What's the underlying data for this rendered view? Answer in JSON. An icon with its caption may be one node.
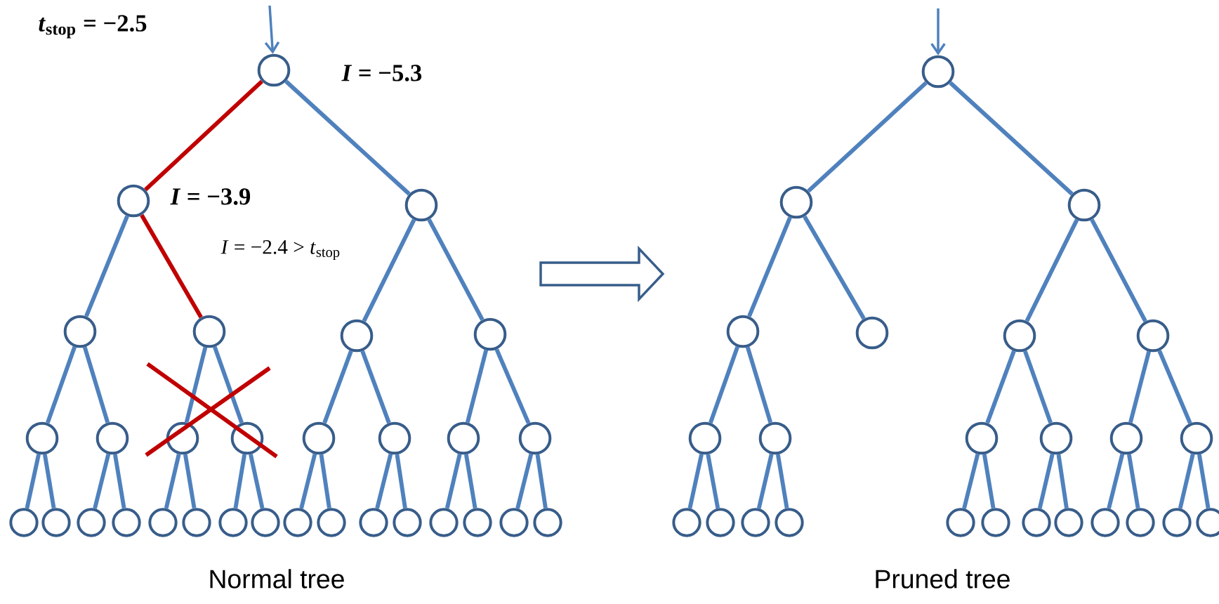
{
  "diagram": {
    "nodes": [
      {
        "text": [],
        "shape": "circle",
        "beside": [
          "*I* = −5.3"
        ]
      },
      {
        "text": [],
        "shape": "circle",
        "beside": [
          "*I* = −3.9"
        ]
      },
      {
        "text": [],
        "shape": "circle"
      },
      {
        "text": [],
        "shape": "circle"
      },
      {
        "text": [],
        "shape": "circle"
      },
      {
        "text": [],
        "shape": "circle"
      },
      {
        "text": [],
        "shape": "circle"
      },
      {
        "text": [],
        "shape": "circle"
      },
      {
        "text": [],
        "shape": "circle"
      },
      {
        "text": [],
        "shape": "circle"
      },
      {
        "text": [],
        "shape": "circle"
      },
      {
        "text": [],
        "shape": "circle"
      },
      {
        "text": [],
        "shape": "circle"
      },
      {
        "text": [],
        "shape": "circle"
      },
      {
        "text": [],
        "shape": "circle"
      },
      {
        "text": [],
        "shape": "circle"
      },
      {
        "text": [],
        "shape": "circle"
      },
      {
        "text": [],
        "shape": "circle"
      },
      {
        "text": [],
        "shape": "circle"
      },
      {
        "text": [],
        "shape": "circle"
      },
      {
        "text": [],
        "shape": "circle"
      },
      {
        "text": [],
        "shape": "circle"
      },
      {
        "text": [],
        "shape": "circle"
      },
      {
        "text": [],
        "shape": "circle"
      },
      {
        "text": [],
        "shape": "circle"
      },
      {
        "text": [],
        "shape": "circle"
      },
      {
        "text": [],
        "shape": "circle"
      },
      {
        "text": [],
        "shape": "circle"
      },
      {
        "text": [],
        "shape": "circle"
      },
      {
        "text": [],
        "shape": "circle"
      },
      {
        "text": [],
        "shape": "circle"
      },
      {
        "text": [],
        "shape": "circle"
      },
      {
        "text": [],
        "shape": "circle"
      },
      {
        "text": [],
        "shape": "circle"
      },
      {
        "text": [],
        "shape": "circle"
      },
      {
        "text": [],
        "shape": "circle"
      },
      {
        "text": [],
        "shape": "circle"
      },
      {
        "text": [],
        "shape": "circle"
      },
      {
        "text": [],
        "shape": "circle"
      },
      {
        "text": [],
        "shape": "circle"
      },
      {
        "text": [],
        "shape": "circle"
      },
      {
        "text": [],
        "shape": "circle"
      },
      {
        "text": [],
        "shape": "circle"
      },
      {
        "text": [],
        "shape": "circle"
      },
      {
        "text": [],
        "shape": "circle"
      },
      {
        "text": [],
        "shape": "circle"
      },
      {
        "text": [],
        "shape": "circle"
      },
      {
        "text": [],
        "shape": "circle"
      },
      {
        "text": [],
        "shape": "circle"
      },
      {
        "text": [],
        "shape": "circle"
      },
      {
        "text": [],
        "shape": "circle"
      },
      {
        "text": [],
        "shape": "circle"
      },
      {
        "text": [],
        "shape": "circle"
      },
      {
        "text": [],
        "shape": "circle"
      },
      {
        "text": [],
        "shape": "circle"
      },
      {
        "text": [],
        "shape": "circle"
      }
    ],
    "edges": [
      {
        "from": null,
        "to": 0,
        "arrow": "to"
      },
      {
        "from": 0,
        "to": 1,
        "arrow": "none",
        "color": "#c00000"
      },
      {
        "from": 0,
        "to": 2,
        "arrow": "none"
      },
      {
        "from": 1,
        "to": 3,
        "arrow": "none"
      },
      {
        "from": 1,
        "to": 4,
        "arrow": "none",
        "color": "#c00000",
        "label": "*I* = −2.4 > *t*$_{stop}$"
      },
      {
        "from": 2,
        "to": 5,
        "arrow": "none"
      },
      {
        "from": 2,
        "to": 6,
        "arrow": "none"
      },
      {
        "from": 3,
        "to": 7,
        "arrow": "none"
      },
      {
        "from": 3,
        "to": 8,
        "arrow": "none"
      },
      {
        "from": 4,
        "to": 9,
        "arrow": "none"
      },
      {
        "from": 4,
        "to": 10,
        "arrow": "none"
      },
      {
        "from": 5,
        "to": 11,
        "arrow": "none"
      },
      {
        "from": 5,
        "to": 12,
        "arrow": "none"
      },
      {
        "from": 6,
        "to": 13,
        "arrow": "none"
      },
      {
        "from": 6,
        "to": 14,
        "arrow": "none"
      },
      {
        "from": 7,
        "to": 15,
        "arrow": "none"
      },
      {
        "from": 7,
        "to": 16,
        "arrow": "none"
      },
      {
        "from": 8,
        "to": 17,
        "arrow": "none"
      },
      {
        "from": 8,
        "to": 18,
        "arrow": "none"
      },
      {
        "from": 9,
        "to": 19,
        "arrow": "none"
      },
      {
        "from": 9,
        "to": 20,
        "arrow": "none"
      },
      {
        "from": 10,
        "to": 21,
        "arrow": "none"
      },
      {
        "from": 10,
        "to": 22,
        "arrow": "none"
      },
      {
        "from": 11,
        "to": 23,
        "arrow": "none"
      },
      {
        "from": 11,
        "to": 24,
        "arrow": "none"
      },
      {
        "from": 12,
        "to": 25,
        "arrow": "none"
      },
      {
        "from": 12,
        "to": 26,
        "arrow": "none"
      },
      {
        "from": 13,
        "to": 27,
        "arrow": "none"
      },
      {
        "from": 13,
        "to": 28,
        "arrow": "none"
      },
      {
        "from": 14,
        "to": 29,
        "arrow": "none"
      },
      {
        "from": 14,
        "to": 30,
        "arrow": "none"
      },
      {
        "from": null,
        "to": 31,
        "arrow": "to"
      },
      {
        "from": 31,
        "to": 32,
        "arrow": "none"
      },
      {
        "from": 31,
        "to": 33,
        "arrow": "none"
      },
      {
        "from": 32,
        "to": 34,
        "arrow": "none"
      },
      {
        "from": 32,
        "to": 35,
        "arrow": "none"
      },
      {
        "from": 33,
        "to": 36,
        "arrow": "none"
      },
      {
        "from": 33,
        "to": 37,
        "arrow": "none"
      },
      {
        "from": 34,
        "to": 38,
        "arrow": "none"
      },
      {
        "from": 34,
        "to": 39,
        "arrow": "none"
      },
      {
        "from": 36,
        "to": 40,
        "arrow": "none"
      },
      {
        "from": 36,
        "to": 41,
        "arrow": "none"
      },
      {
        "from": 37,
        "to": 42,
        "arrow": "none"
      },
      {
        "from": 37,
        "to": 43,
        "arrow": "none"
      },
      {
        "from": 38,
        "to": 44,
        "arrow": "none"
      },
      {
        "from": 38,
        "to": 45,
        "arrow": "none"
      },
      {
        "from": 39,
        "to": 46,
        "arrow": "none"
      },
      {
        "from": 39,
        "to": 47,
        "arrow": "none"
      },
      {
        "from": 40,
        "to": 48,
        "arrow": "none"
      },
      {
        "from": 40,
        "to": 49,
        "arrow": "none"
      },
      {
        "from": 41,
        "to": 50,
        "arrow": "none"
      },
      {
        "from": 41,
        "to": 51,
        "arrow": "none"
      },
      {
        "from": 42,
        "to": 52,
        "arrow": "none"
      },
      {
        "from": 42,
        "to": 53,
        "arrow": "none"
      },
      {
        "from": 43,
        "to": 54,
        "arrow": "none"
      },
      {
        "from": 43,
        "to": 55,
        "arrow": "none"
      }
    ],
    "labels": [
      "*t*$_{stop}$ = −2.5",
      "Normal tree",
      "Pruned tree"
    ]
  }
}
